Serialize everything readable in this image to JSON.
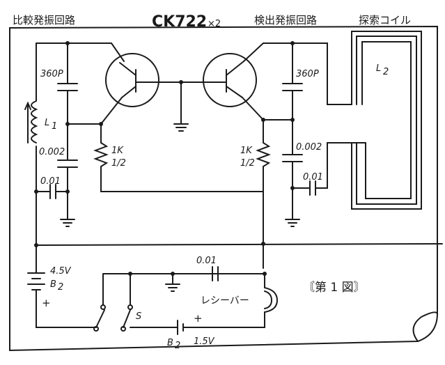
{
  "titles": {
    "comparison_oscillator": "比較発振回路",
    "transistor": "CK722",
    "transistor_count": "×2",
    "detection_oscillator": "検出発振回路",
    "search_coil": "探索コイル"
  },
  "components": {
    "c1_left": "360P",
    "c2_left": "0.002",
    "c3_left": "0.01",
    "l1": "L",
    "l1_sub": "1",
    "r_left": "1K",
    "r_left_watt": "1/2",
    "r_right": "1K",
    "r_right_watt": "1/2",
    "c1_right": "360P",
    "c2_right": "0.002",
    "c3_right": "0.01",
    "l2": "L",
    "l2_sub": "2",
    "battery_main_voltage": "4.5V",
    "battery_main": "B",
    "battery_main_sub": "2",
    "plus_main": "+",
    "c_out": "0.01",
    "switch": "S",
    "receiver": "レシーバー",
    "battery_small": "B",
    "battery_small_sub": "2",
    "battery_small_voltage": "1.5V",
    "plus_small": "+"
  },
  "figure_label": "〘第 1 図〙"
}
